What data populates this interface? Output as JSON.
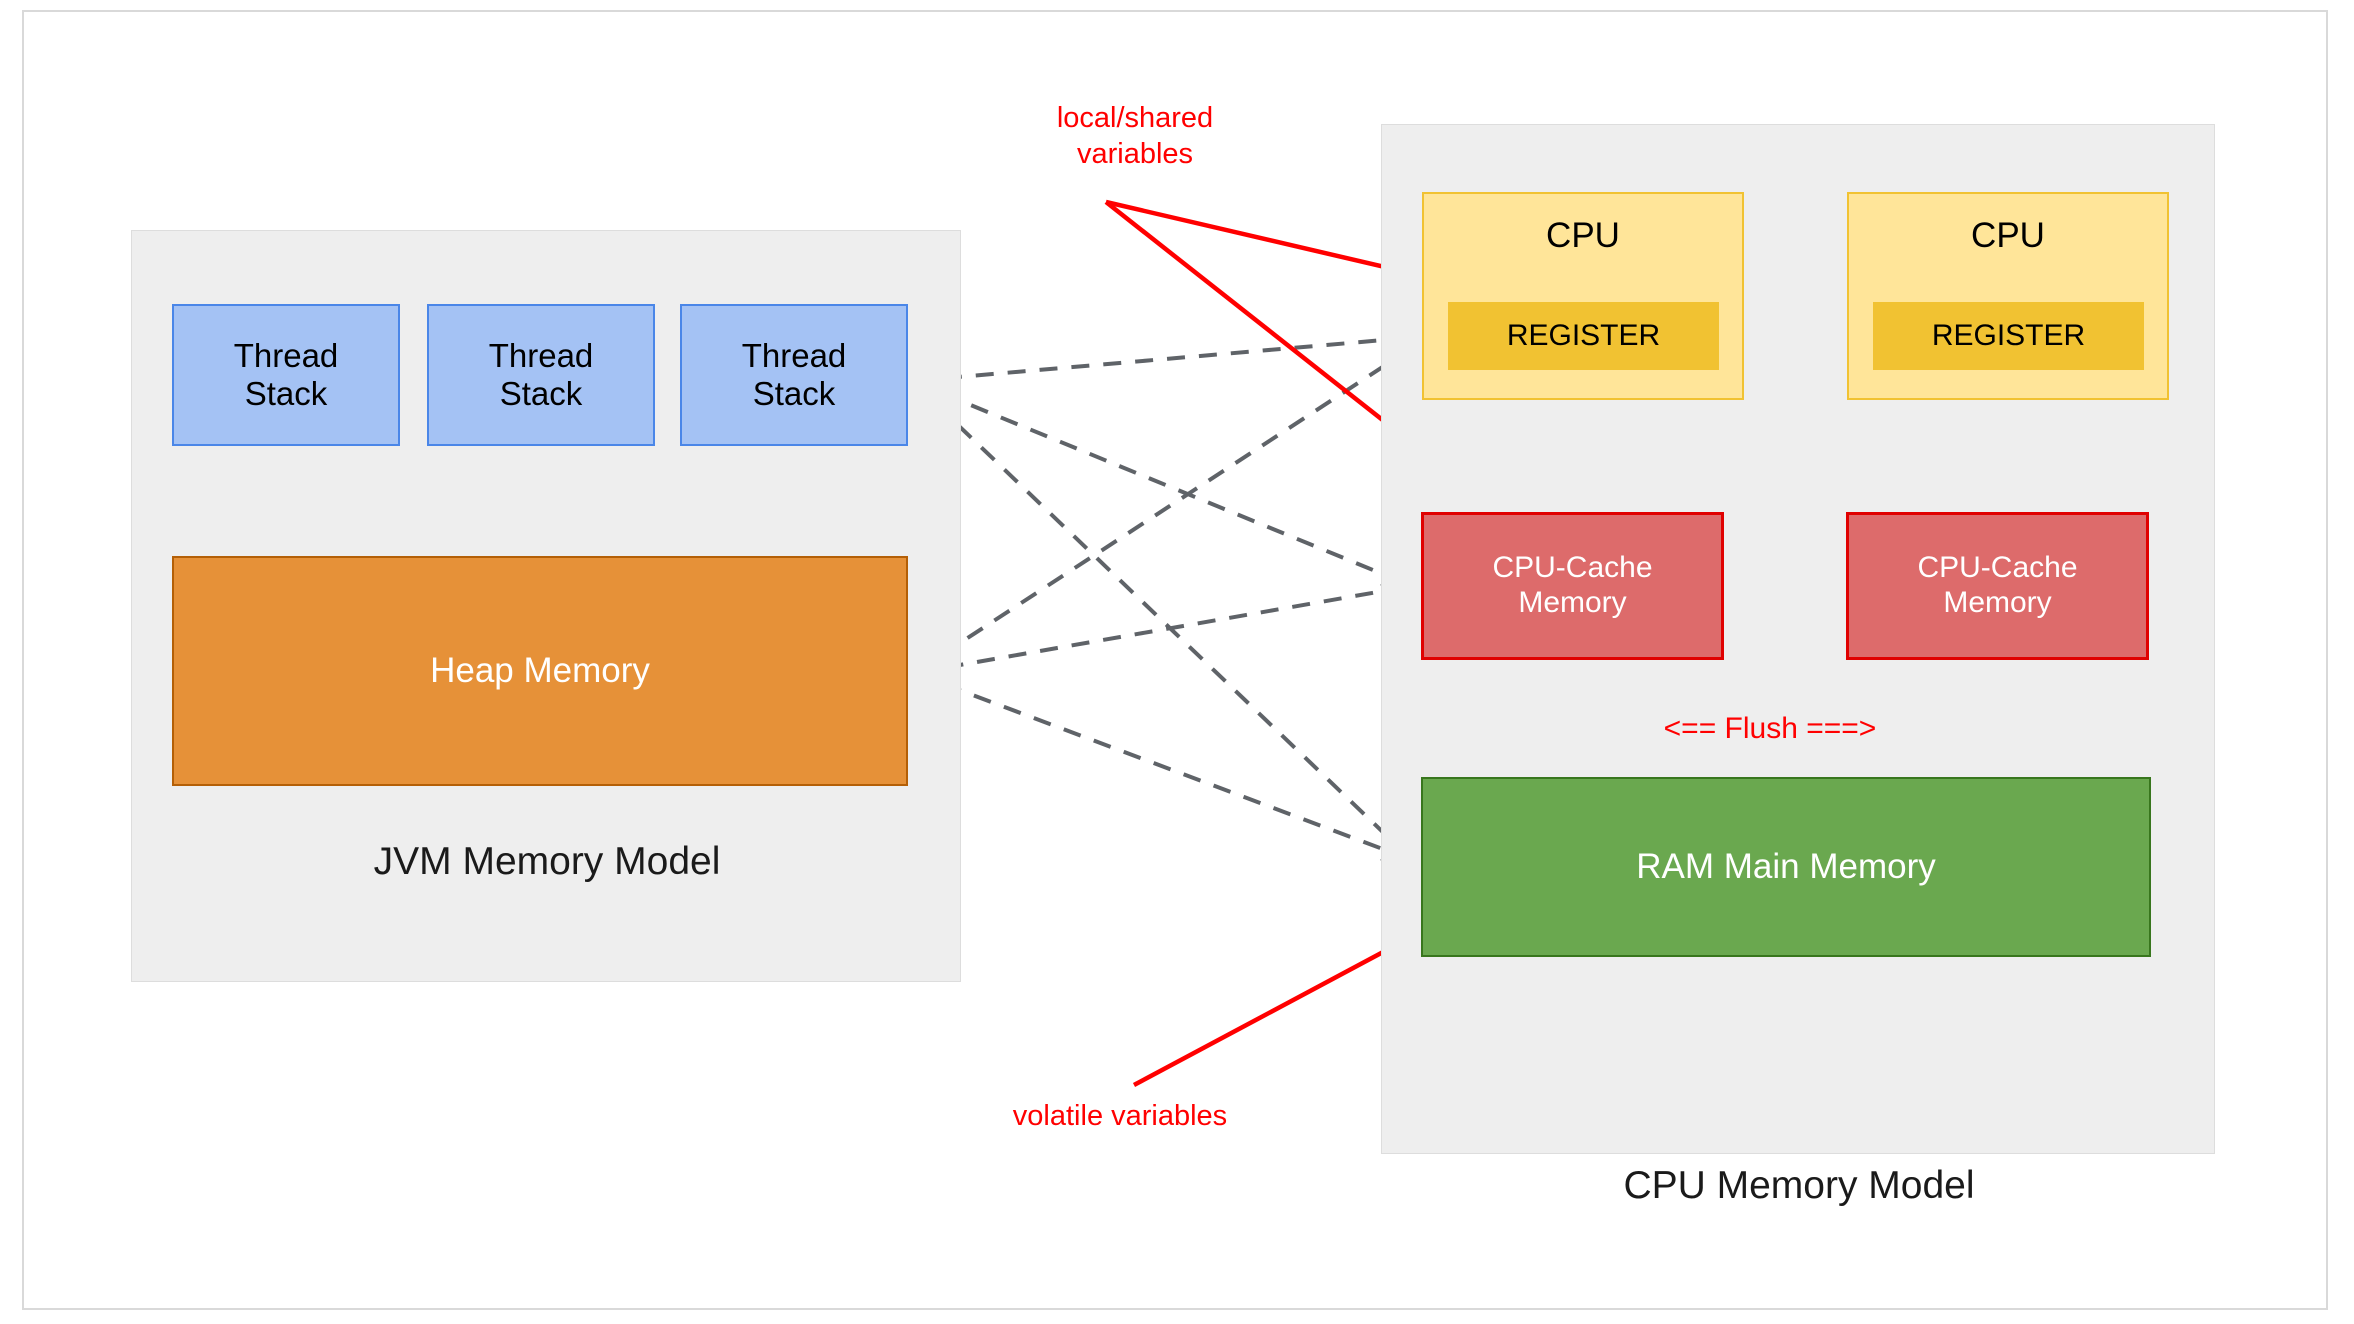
{
  "diagram": {
    "title": "JVM Memory Model and CPU Memory Model",
    "colors": {
      "thread_stack_fill": "#a4c2f4",
      "thread_stack_border": "#4a86e8",
      "heap_fill": "#e69138",
      "heap_border": "#b45f06",
      "cpu_fill": "#ffe599",
      "cpu_border": "#f1c232",
      "register_fill": "#f1c232",
      "cache_fill": "#dd6b6b",
      "cache_border": "#e00000",
      "ram_fill": "#6aa84f",
      "ram_border": "#38761d",
      "group_fill": "#eeeeee",
      "group_border": "#dddddd",
      "annotation_red": "#ff0000",
      "dashed_edge": "#5f6368"
    }
  },
  "jvm_group": {
    "label": "JVM Memory Model",
    "thread_stacks": [
      {
        "label": "Thread\nStack"
      },
      {
        "label": "Thread\nStack"
      },
      {
        "label": "Thread\nStack"
      }
    ],
    "heap": {
      "label": "Heap Memory"
    }
  },
  "cpu_group": {
    "label": "CPU Memory Model",
    "cpus": [
      {
        "label": "CPU",
        "register_label": "REGISTER",
        "cache_label": "CPU-Cache\nMemory"
      },
      {
        "label": "CPU",
        "register_label": "REGISTER",
        "cache_label": "CPU-Cache\nMemory"
      }
    ],
    "ram": {
      "label": "RAM Main Memory"
    }
  },
  "annotations": {
    "local_shared": "local/shared\nvariables",
    "volatile": "volatile variables",
    "flush": "<== Flush ===>"
  }
}
